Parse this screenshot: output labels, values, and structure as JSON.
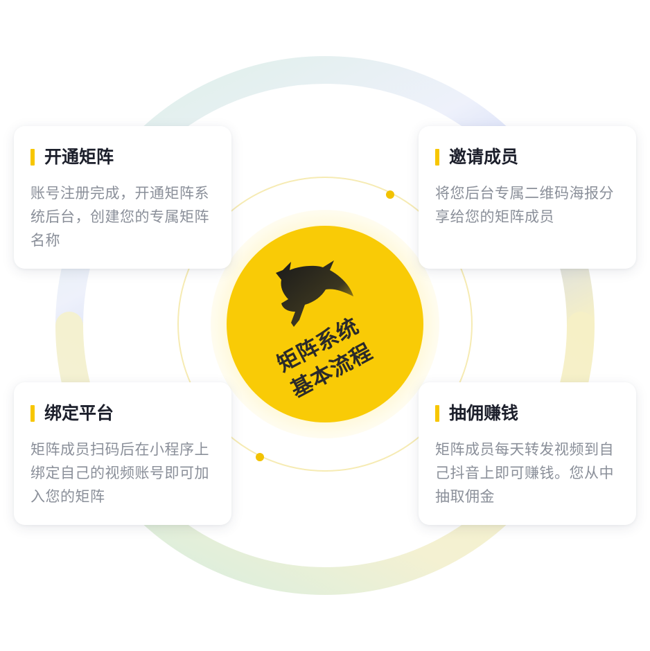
{
  "center": {
    "logo_icon": "unicorn-icon",
    "title_line1": "矩阵系统",
    "title_line2": "基本流程"
  },
  "steps": [
    {
      "title": "开通矩阵",
      "description": "账号注册完成，开通矩阵系统后台，创建您的专属矩阵名称"
    },
    {
      "title": "邀请成员",
      "description": "将您后台专属二维码海报分享给您的矩阵成员"
    },
    {
      "title": "绑定平台",
      "description": "矩阵成员扫码后在小程序上绑定自己的视频账号即可加入您的矩阵"
    },
    {
      "title": "抽佣赚钱",
      "description": "矩阵成员每天转发视频到自己抖音上即可赚钱。您从中抽取佣金"
    }
  ],
  "colors": {
    "accent_yellow": "#f7c600",
    "center_circle": "#f9cb06",
    "ring_blue": "#c9d3f6",
    "ring_green": "#d3eee3",
    "ring_yellow": "#f6f0c6",
    "dot_yellow": "#f2c200",
    "title_text": "#1c1f2b",
    "desc_text": "#8a8f99"
  }
}
